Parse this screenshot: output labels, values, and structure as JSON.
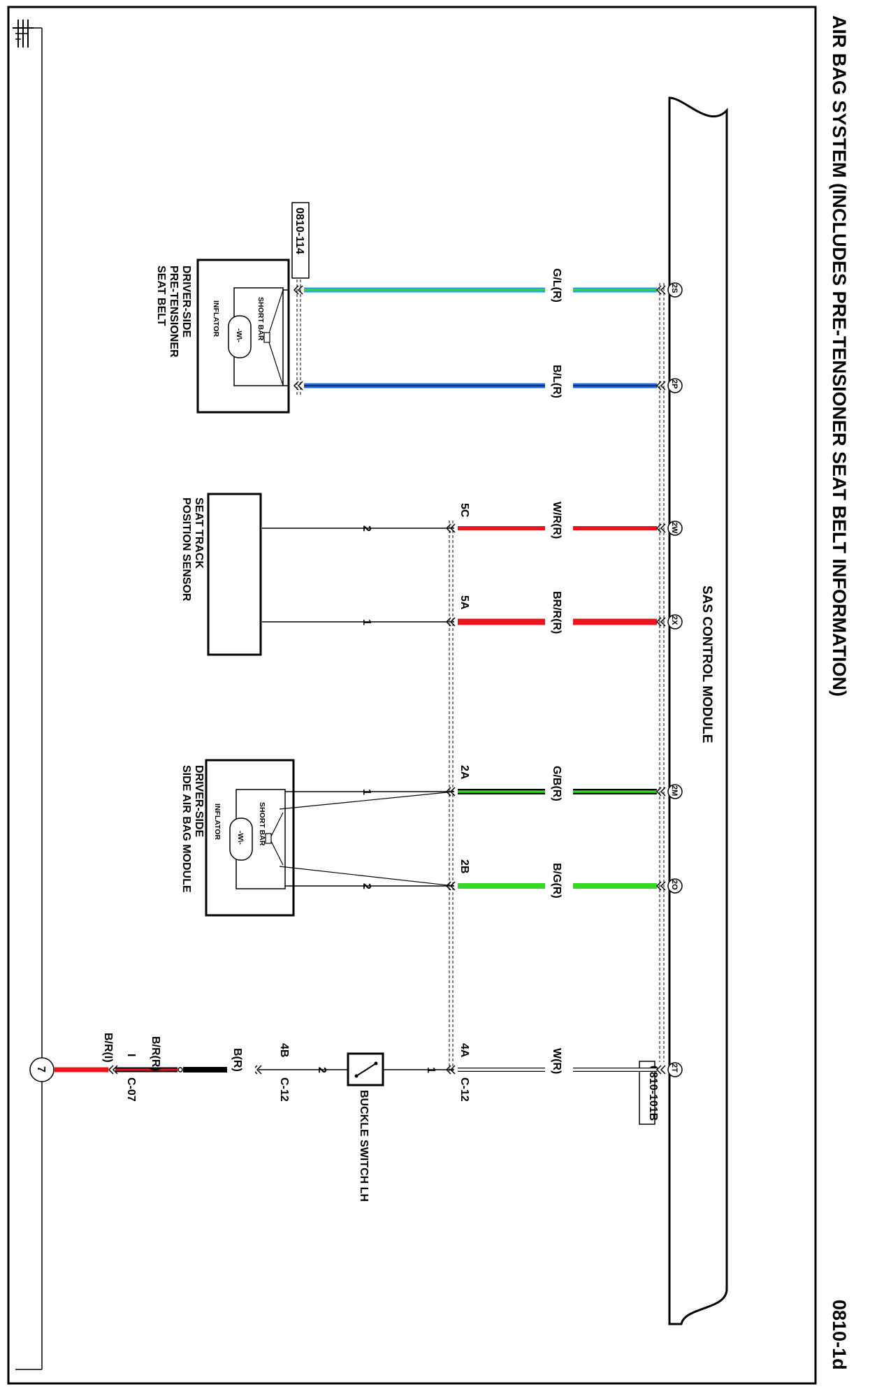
{
  "title": "AIR BAG SYSTEM (INCLUDES PRE-TENSIONER SEAT BELT INFORMATION)",
  "page_number": "0810-1d",
  "ground_symbol_label": "",
  "module": {
    "name": "SAS CONTROL MODULE",
    "ref": "0810-101B"
  },
  "colors": {
    "green_blue": "#1ea8e6",
    "blue": "#1b6fd8",
    "red": "#e8141e",
    "green": "#35d825",
    "black": "#000000",
    "white_wire": "#ffffff"
  },
  "wires": [
    {
      "pin": "2S",
      "color_code": "G/L(R)"
    },
    {
      "pin": "2P",
      "color_code": "B/L(R)"
    },
    {
      "pin": "2W",
      "color_code": "W/R(R)",
      "connector_pin": "5C",
      "device_pin": "2"
    },
    {
      "pin": "2X",
      "color_code": "BR/R(R)",
      "connector_pin": "5A",
      "device_pin": "1"
    },
    {
      "pin": "2M",
      "color_code": "G/B(R)",
      "connector_pin": "2A",
      "device_pin": "1"
    },
    {
      "pin": "2O",
      "color_code": "B/G(R)",
      "connector_pin": "2B",
      "device_pin": "2"
    },
    {
      "pin": "2T",
      "color_code": "W(R)",
      "connector_pin": "4A",
      "connector": "C-12",
      "device_pin": "1"
    }
  ],
  "pretensioner": {
    "ref": "0810-114",
    "name_line1": "DRIVER-SIDE",
    "name_line2": "PRE-TENSIONER",
    "name_line3": "SEAT BELT",
    "short_bar": "SHORT BAR",
    "inflator": "INFLATOR",
    "resistor": "-W\\-"
  },
  "seat_track": {
    "name_line1": "SEAT TRACK",
    "name_line2": "POSITION SENSOR"
  },
  "side_airbag": {
    "name_line1": "DRIVER-SIDE",
    "name_line2": "SIDE AIR BAG MODULE",
    "short_bar": "SHORT BAR",
    "inflator": "INFLATOR",
    "resistor": "-W\\-"
  },
  "buckle": {
    "name": "BUCKLE SWITCH LH",
    "pin_in": "1",
    "pin_out": "2",
    "out_connector_pin": "4B",
    "out_connector": "C-12",
    "wire_br": "B(R)",
    "wire_brr": "B/R(R)",
    "joint_connector_pin": "I",
    "joint_connector": "C-07",
    "wire_bri": "B/R(I)",
    "ground_number": "7"
  }
}
